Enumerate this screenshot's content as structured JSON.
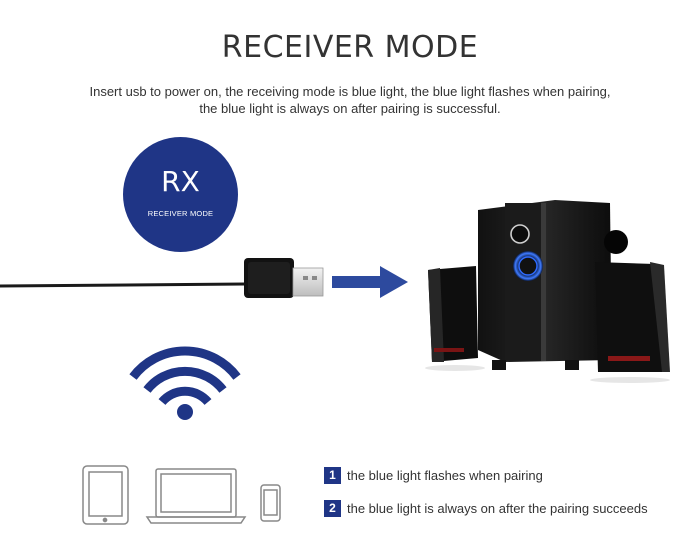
{
  "header": {
    "title": "RECEIVER MODE",
    "description_line1": "Insert usb to power on, the receiving mode is blue light, the blue light flashes when pairing,",
    "description_line2": "the blue light is always on after pairing is successful."
  },
  "badge": {
    "label": "RX",
    "sublabel": "RECEIVER MODE"
  },
  "steps": [
    {
      "number": "1",
      "text": "the blue light flashes when pairing"
    },
    {
      "number": "2",
      "text": "the blue light is always on after the pairing succeeds"
    }
  ],
  "colors": {
    "brand_blue": "#1f3586",
    "arrow_blue": "#2d4a9e"
  }
}
